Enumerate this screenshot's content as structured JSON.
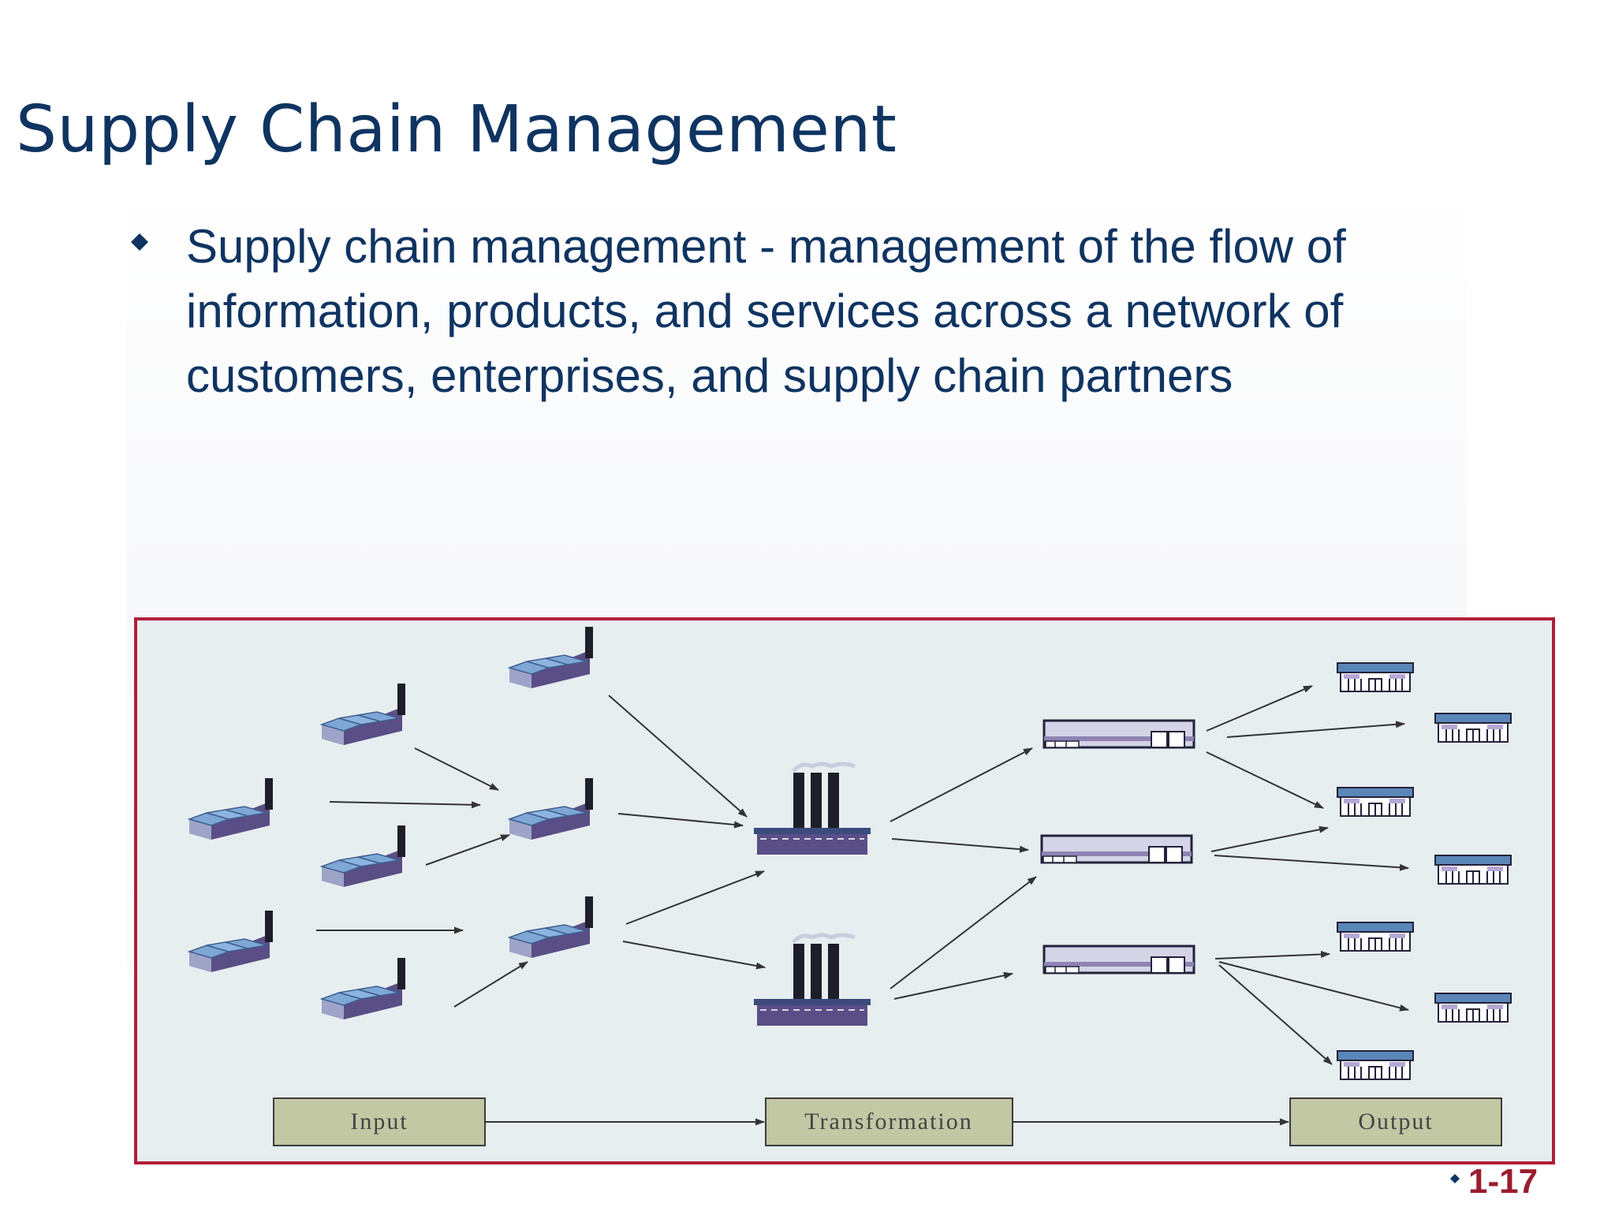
{
  "slide": {
    "title": "Supply Chain Management",
    "bullet": "Supply chain management - management of the flow of information, products, and services across a network of customers, enterprises, and supply chain partners",
    "page_number": "1-17"
  },
  "diagram": {
    "stages": {
      "input": "Input",
      "transformation": "Transformation",
      "output": "Output"
    },
    "colors": {
      "border": "#b01f3a",
      "background": "#e6eef0",
      "roof": "#7fa7d6",
      "wall": "#5a4e86",
      "stage_box": "#c2c7a4"
    },
    "icons": [
      "supplier-factory-icon",
      "manufacturing-plant-icon",
      "distribution-warehouse-icon",
      "retail-store-icon"
    ]
  }
}
